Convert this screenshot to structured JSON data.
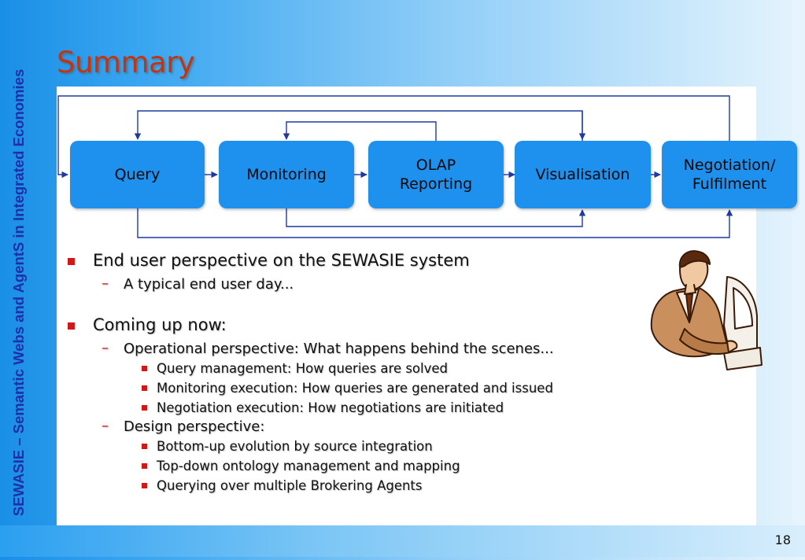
{
  "slide": {
    "side_title": "SEWASIE – Semantic Webs and AgentS in Integrated Economies",
    "title": "Summary",
    "page_number": "18"
  },
  "diagram": {
    "boxes": [
      {
        "id": "query",
        "label": "Query"
      },
      {
        "id": "monitoring",
        "label": "Monitoring"
      },
      {
        "id": "olap",
        "label": "OLAP\nReporting"
      },
      {
        "id": "visualisation",
        "label": "Visualisation"
      },
      {
        "id": "negotiation",
        "label": "Negotiation/\nFulfilment"
      }
    ],
    "box_color": "#1e90ee"
  },
  "bullets": {
    "b1": {
      "text": "End user perspective on the SEWASIE system",
      "sub1": "A typical end user day..."
    },
    "b2": {
      "text": "Coming up now:",
      "sub1": {
        "text": "Operational perspective: What happens behind the scenes...",
        "items": [
          "Query management: How queries are solved",
          "Monitoring execution: How queries are generated and issued",
          "Negotiation execution: How negotiations are initiated"
        ]
      },
      "sub2": {
        "text": "Design perspective:",
        "items": [
          "Bottom-up evolution by source integration",
          "Top-down ontology management and mapping",
          "Querying over multiple Brokering Agents"
        ]
      }
    },
    "sub_marker": "–"
  },
  "colors": {
    "title": "#c43410",
    "side_title": "#1f2fa8",
    "bullet": "#d01818"
  },
  "icons": [
    "businessman-at-computer-clipart"
  ]
}
